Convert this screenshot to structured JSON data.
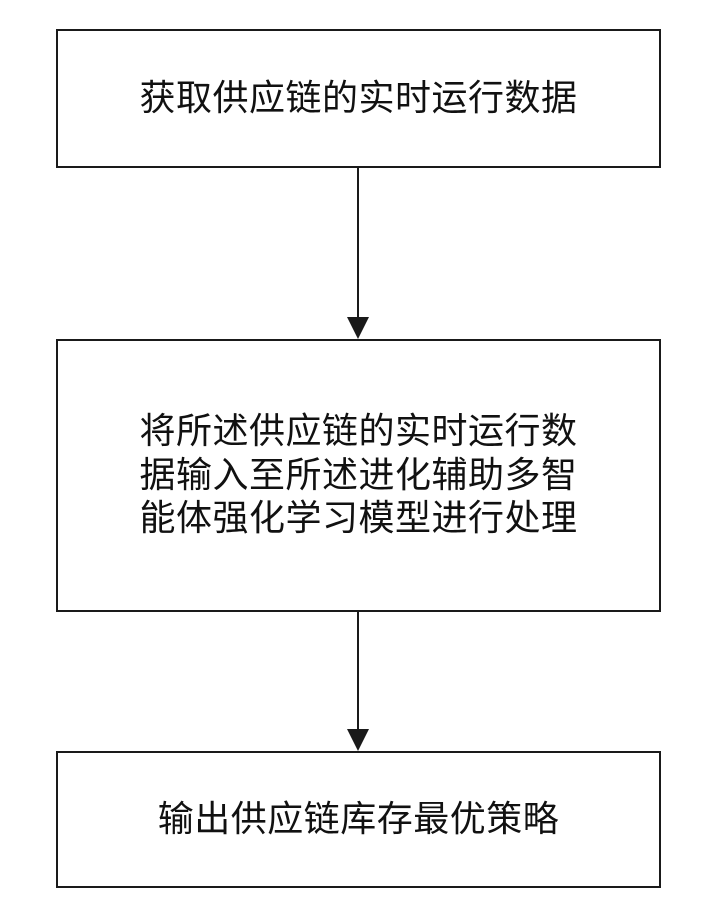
{
  "flowchart": {
    "steps": [
      {
        "lines": [
          "获取供应链的实时运行数据"
        ]
      },
      {
        "lines": [
          "将所述供应链的实时运行数",
          "据输入至所述进化辅助多智",
          "能体强化学习模型进行处理"
        ]
      },
      {
        "lines": [
          "输出供应链库存最优策略"
        ]
      }
    ],
    "colors": {
      "border": "#1a1a1a",
      "text": "#111111",
      "background": "#ffffff"
    }
  }
}
